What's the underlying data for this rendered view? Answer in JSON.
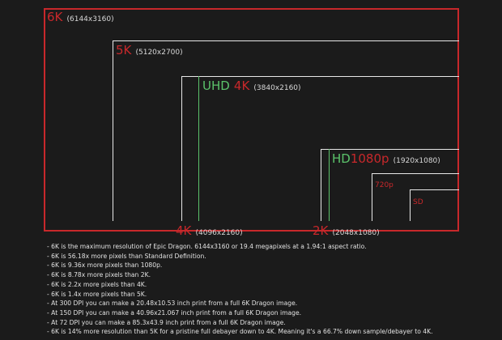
{
  "colors": {
    "red": "#c8282b",
    "white": "#e8e8e8",
    "green": "#5bc26a",
    "background": "#1b1b1b"
  },
  "resolutions": [
    {
      "id": "6k",
      "name": "6K",
      "dims": "(6144x3160)",
      "color": "#c8282b"
    },
    {
      "id": "5k",
      "name": "5K",
      "dims": "(5120x2700)",
      "color": "#c8282b"
    },
    {
      "id": "uhd",
      "prefix": "UHD",
      "name": "4K",
      "dims": "(3840x2160)",
      "color": "#5bc26a"
    },
    {
      "id": "4k",
      "name": "4K",
      "dims": "(4096x2160)",
      "color": "#e8e8e8"
    },
    {
      "id": "hd",
      "prefix": "HD",
      "name": "1080p",
      "dims": "(1920x1080)",
      "color": "#5bc26a"
    },
    {
      "id": "2k",
      "name": "2K",
      "dims": "(2048x1080)",
      "color": "#e8e8e8"
    },
    {
      "id": "720p",
      "name": "720p",
      "color": "#c8282b"
    },
    {
      "id": "sd",
      "name": "SD",
      "color": "#c8282b"
    }
  ],
  "notes": [
    "- 6K is the maximum resolution of Epic Dragon. 6144x3160 or 19.4 megapixels at a 1.94:1 aspect ratio.",
    "- 6K is 56.18x more pixels than Standard Definition.",
    "- 6K is 9.36x more pixels than 1080p.",
    "- 6K is 8.78x more pixels than 2K.",
    "- 6K is 2.2x more pixels than 4K.",
    "- 6K is 1.4x more pixels than 5K.",
    "- At 300 DPI you can make a 20.48x10.53 inch print from a full 6K Dragon image.",
    "- At 150 DPI you can make a 40.96x21.067 inch print from a full 6K Dragon image.",
    "- At 72 DPI you can make a 85.3x43.9 inch print from a full 6K Dragon image.",
    "- 6K is 14% more resolution than 5K for a pristine full debayer down to 4K.  Meaning it's a 66.7% down sample/debayer to 4K."
  ]
}
